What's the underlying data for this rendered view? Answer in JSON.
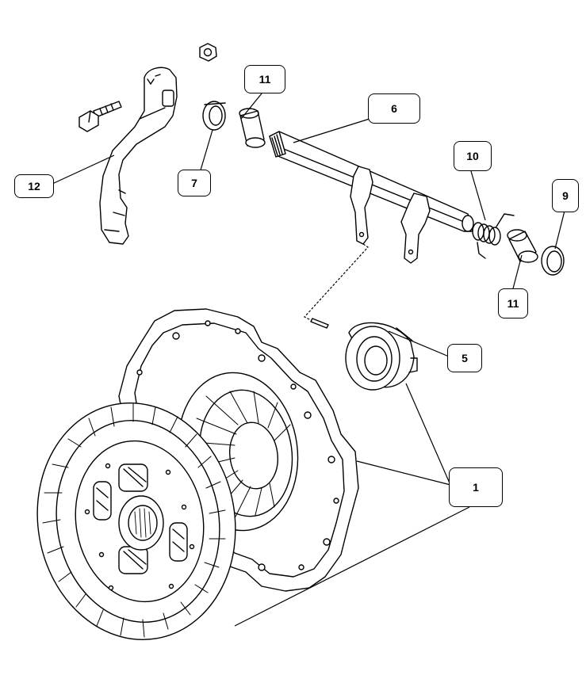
{
  "diagram": {
    "callouts": [
      {
        "id": "c11a",
        "label": "11"
      },
      {
        "id": "c6",
        "label": "6"
      },
      {
        "id": "c10",
        "label": "10"
      },
      {
        "id": "c9",
        "label": "9"
      },
      {
        "id": "c12",
        "label": "12"
      },
      {
        "id": "c7",
        "label": "7"
      },
      {
        "id": "c11b",
        "label": "11"
      },
      {
        "id": "c5",
        "label": "5"
      },
      {
        "id": "c1",
        "label": "1"
      }
    ],
    "colors": {
      "line": "#000000",
      "background": "#ffffff"
    }
  }
}
